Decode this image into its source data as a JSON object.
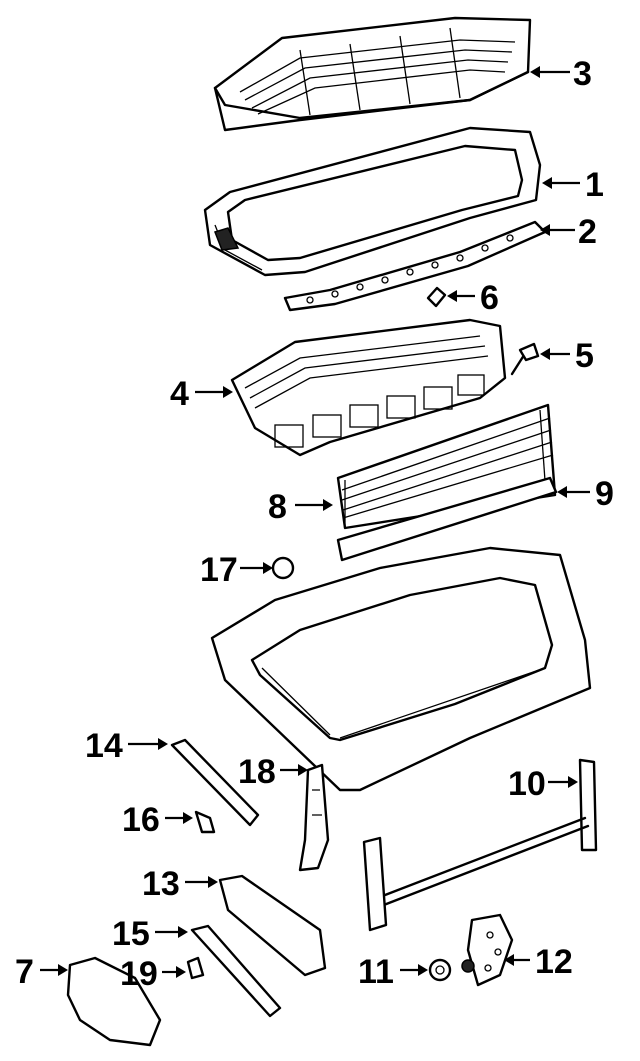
{
  "callouts": [
    {
      "id": "3",
      "label": "3"
    },
    {
      "id": "1",
      "label": "1"
    },
    {
      "id": "2",
      "label": "2"
    },
    {
      "id": "6",
      "label": "6"
    },
    {
      "id": "5",
      "label": "5"
    },
    {
      "id": "4",
      "label": "4"
    },
    {
      "id": "9",
      "label": "9"
    },
    {
      "id": "8",
      "label": "8"
    },
    {
      "id": "17",
      "label": "17"
    },
    {
      "id": "14",
      "label": "14"
    },
    {
      "id": "18",
      "label": "18"
    },
    {
      "id": "10",
      "label": "10"
    },
    {
      "id": "16",
      "label": "16"
    },
    {
      "id": "13",
      "label": "13"
    },
    {
      "id": "15",
      "label": "15"
    },
    {
      "id": "11",
      "label": "11"
    },
    {
      "id": "12",
      "label": "12"
    },
    {
      "id": "7",
      "label": "7"
    },
    {
      "id": "19",
      "label": "19"
    }
  ]
}
